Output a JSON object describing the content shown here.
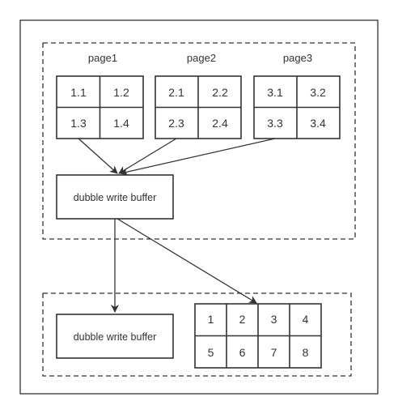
{
  "pages": [
    {
      "label": "page1",
      "cells": [
        "1.1",
        "1.2",
        "1.3",
        "1.4"
      ]
    },
    {
      "label": "page2",
      "cells": [
        "2.1",
        "2.2",
        "2.3",
        "2.4"
      ]
    },
    {
      "label": "page3",
      "cells": [
        "3.1",
        "3.2",
        "3.3",
        "3.4"
      ]
    }
  ],
  "buffer_top": {
    "label": "dubble write buffer"
  },
  "buffer_bottom": {
    "label": "dubble write buffer"
  },
  "disk_cells": [
    "1",
    "2",
    "3",
    "4",
    "5",
    "6",
    "7",
    "8"
  ],
  "colors": {
    "stroke": "#333333",
    "background": "#ffffff"
  }
}
